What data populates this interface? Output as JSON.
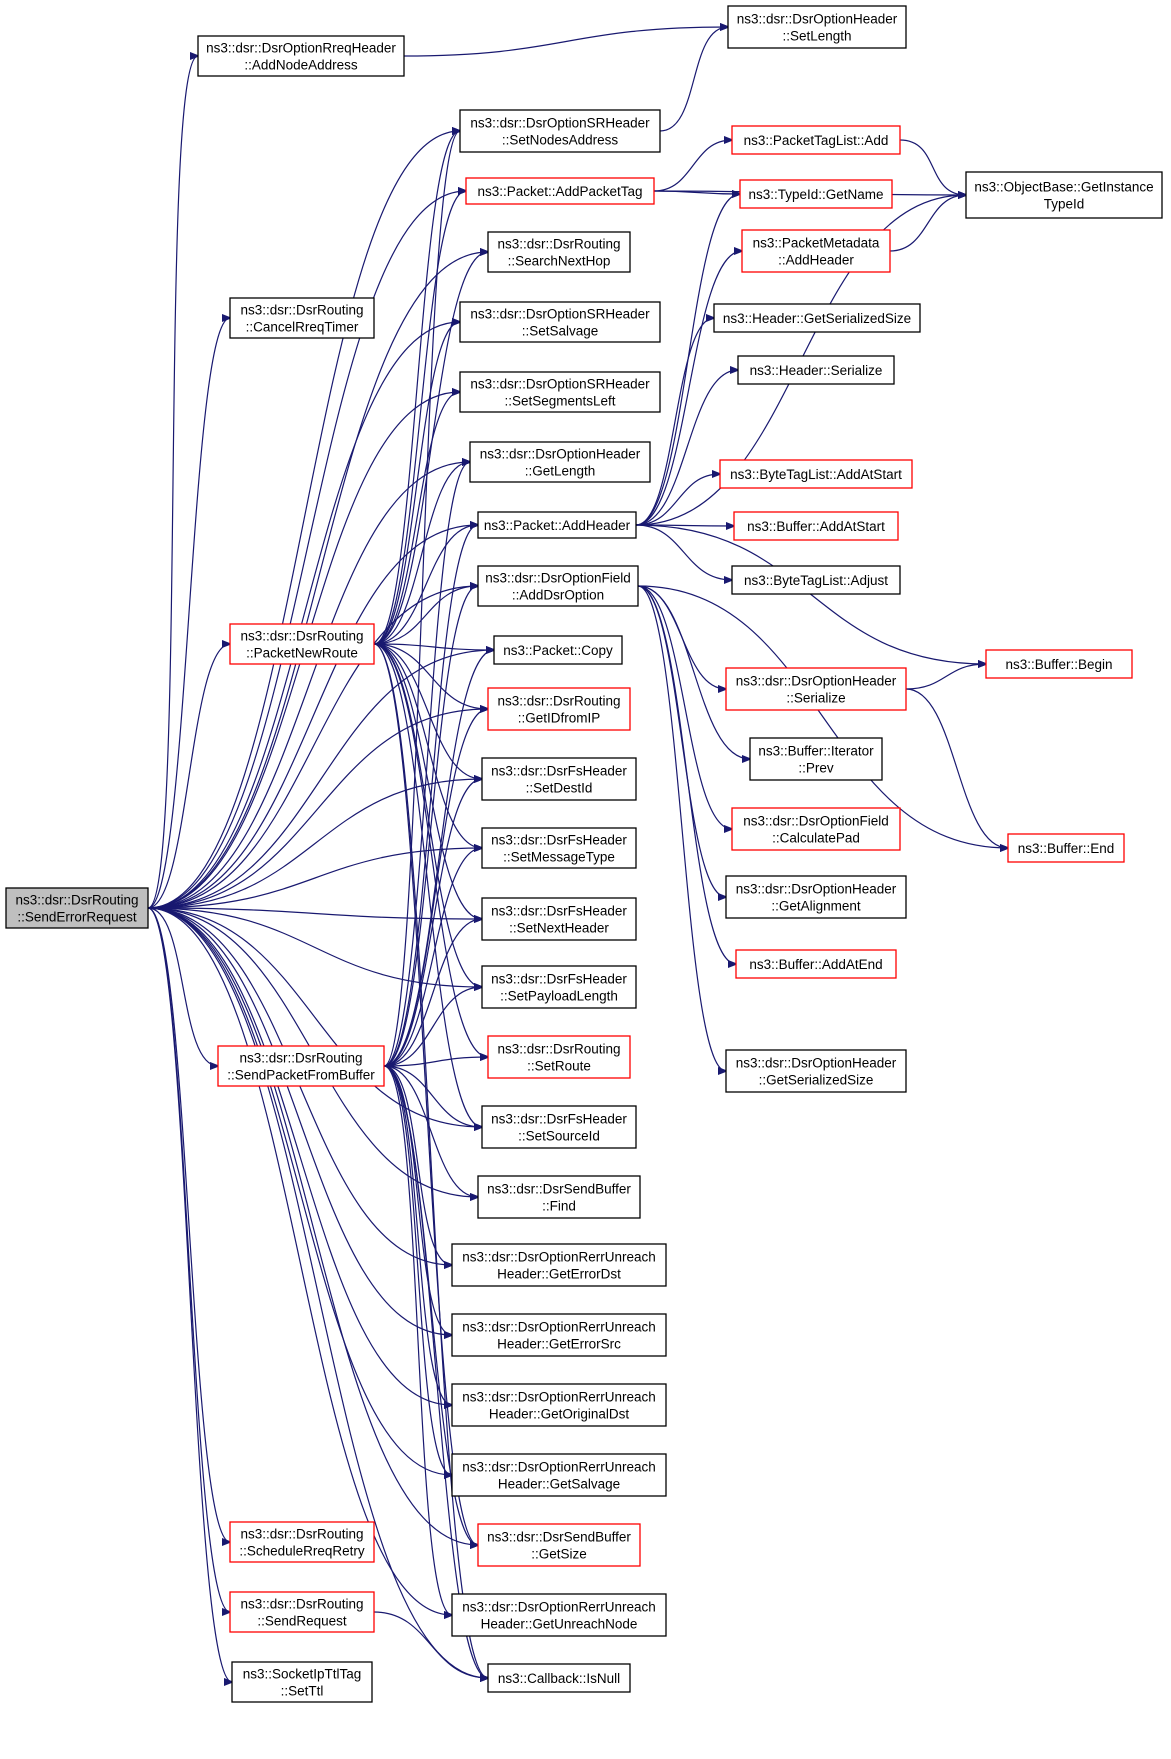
{
  "colors": {
    "background": "#ffffff",
    "edge": "#191970",
    "node_border_default": "#000000",
    "node_border_truncated": "#ff0000",
    "root_fill": "#bfbfbf",
    "node_fill": "#ffffff"
  },
  "nodes": [
    {
      "id": "root",
      "lines": [
        "ns3::dsr::DsrRouting",
        "::SendErrorRequest"
      ],
      "style": "root"
    },
    {
      "id": "addNodeAddress",
      "lines": [
        "ns3::dsr::DsrOptionRreqHeader",
        "::AddNodeAddress"
      ],
      "style": "normal"
    },
    {
      "id": "cancelRreq",
      "lines": [
        "ns3::dsr::DsrRouting",
        "::CancelRreqTimer"
      ],
      "style": "normal"
    },
    {
      "id": "packetNewRoute",
      "lines": [
        "ns3::dsr::DsrRouting",
        "::PacketNewRoute"
      ],
      "style": "red"
    },
    {
      "id": "sendPacketFromBuffer",
      "lines": [
        "ns3::dsr::DsrRouting",
        "::SendPacketFromBuffer"
      ],
      "style": "red"
    },
    {
      "id": "scheduleRreqRetry",
      "lines": [
        "ns3::dsr::DsrRouting",
        "::ScheduleRreqRetry"
      ],
      "style": "red"
    },
    {
      "id": "sendRequest",
      "lines": [
        "ns3::dsr::DsrRouting",
        "::SendRequest"
      ],
      "style": "red"
    },
    {
      "id": "setTtl",
      "lines": [
        "ns3::SocketIpTtlTag",
        "::SetTtl"
      ],
      "style": "normal"
    },
    {
      "id": "setNodesAddress",
      "lines": [
        "ns3::dsr::DsrOptionSRHeader",
        "::SetNodesAddress"
      ],
      "style": "normal"
    },
    {
      "id": "addPacketTag",
      "lines": [
        "ns3::Packet::AddPacketTag"
      ],
      "style": "red"
    },
    {
      "id": "searchNextHop",
      "lines": [
        "ns3::dsr::DsrRouting",
        "::SearchNextHop"
      ],
      "style": "normal"
    },
    {
      "id": "setSalvage",
      "lines": [
        "ns3::dsr::DsrOptionSRHeader",
        "::SetSalvage"
      ],
      "style": "normal"
    },
    {
      "id": "setSegmentsLeft",
      "lines": [
        "ns3::dsr::DsrOptionSRHeader",
        "::SetSegmentsLeft"
      ],
      "style": "normal"
    },
    {
      "id": "getLength",
      "lines": [
        "ns3::dsr::DsrOptionHeader",
        "::GetLength"
      ],
      "style": "normal"
    },
    {
      "id": "addHeader",
      "lines": [
        "ns3::Packet::AddHeader"
      ],
      "style": "normal"
    },
    {
      "id": "addDsrOption",
      "lines": [
        "ns3::dsr::DsrOptionField",
        "::AddDsrOption"
      ],
      "style": "normal"
    },
    {
      "id": "packetCopy",
      "lines": [
        "ns3::Packet::Copy"
      ],
      "style": "normal"
    },
    {
      "id": "getIDfromIP",
      "lines": [
        "ns3::dsr::DsrRouting",
        "::GetIDfromIP"
      ],
      "style": "red"
    },
    {
      "id": "setDestId",
      "lines": [
        "ns3::dsr::DsrFsHeader",
        "::SetDestId"
      ],
      "style": "normal"
    },
    {
      "id": "setMessageType",
      "lines": [
        "ns3::dsr::DsrFsHeader",
        "::SetMessageType"
      ],
      "style": "normal"
    },
    {
      "id": "setNextHeader",
      "lines": [
        "ns3::dsr::DsrFsHeader",
        "::SetNextHeader"
      ],
      "style": "normal"
    },
    {
      "id": "setPayloadLength",
      "lines": [
        "ns3::dsr::DsrFsHeader",
        "::SetPayloadLength"
      ],
      "style": "normal"
    },
    {
      "id": "setRoute",
      "lines": [
        "ns3::dsr::DsrRouting",
        "::SetRoute"
      ],
      "style": "red"
    },
    {
      "id": "setSourceId",
      "lines": [
        "ns3::dsr::DsrFsHeader",
        "::SetSourceId"
      ],
      "style": "normal"
    },
    {
      "id": "find",
      "lines": [
        "ns3::dsr::DsrSendBuffer",
        "::Find"
      ],
      "style": "normal"
    },
    {
      "id": "getErrorDst",
      "lines": [
        "ns3::dsr::DsrOptionRerrUnreach",
        "Header::GetErrorDst"
      ],
      "style": "normal"
    },
    {
      "id": "getErrorSrc",
      "lines": [
        "ns3::dsr::DsrOptionRerrUnreach",
        "Header::GetErrorSrc"
      ],
      "style": "normal"
    },
    {
      "id": "getOriginalDst",
      "lines": [
        "ns3::dsr::DsrOptionRerrUnreach",
        "Header::GetOriginalDst"
      ],
      "style": "normal"
    },
    {
      "id": "getSalvage",
      "lines": [
        "ns3::dsr::DsrOptionRerrUnreach",
        "Header::GetSalvage"
      ],
      "style": "normal"
    },
    {
      "id": "getSize",
      "lines": [
        "ns3::dsr::DsrSendBuffer",
        "::GetSize"
      ],
      "style": "red"
    },
    {
      "id": "getUnreachNode",
      "lines": [
        "ns3::dsr::DsrOptionRerrUnreach",
        "Header::GetUnreachNode"
      ],
      "style": "normal"
    },
    {
      "id": "isNull",
      "lines": [
        "ns3::Callback::IsNull"
      ],
      "style": "normal"
    },
    {
      "id": "setLength",
      "lines": [
        "ns3::dsr::DsrOptionHeader",
        "::SetLength"
      ],
      "style": "normal"
    },
    {
      "id": "packetTagListAdd",
      "lines": [
        "ns3::PacketTagList::Add"
      ],
      "style": "red"
    },
    {
      "id": "typeIdGetName",
      "lines": [
        "ns3::TypeId::GetName"
      ],
      "style": "red"
    },
    {
      "id": "pmAddHeader",
      "lines": [
        "ns3::PacketMetadata",
        "::AddHeader"
      ],
      "style": "red"
    },
    {
      "id": "headerGetSerializedSize",
      "lines": [
        "ns3::Header::GetSerializedSize"
      ],
      "style": "normal"
    },
    {
      "id": "headerSerialize",
      "lines": [
        "ns3::Header::Serialize"
      ],
      "style": "normal"
    },
    {
      "id": "byteTagListAddAtStart",
      "lines": [
        "ns3::ByteTagList::AddAtStart"
      ],
      "style": "red"
    },
    {
      "id": "bufferAddAtStart",
      "lines": [
        "ns3::Buffer::AddAtStart"
      ],
      "style": "red"
    },
    {
      "id": "byteTagListAdjust",
      "lines": [
        "ns3::ByteTagList::Adjust"
      ],
      "style": "normal"
    },
    {
      "id": "optHeaderSerialize",
      "lines": [
        "ns3::dsr::DsrOptionHeader",
        "::Serialize"
      ],
      "style": "red"
    },
    {
      "id": "iteratorPrev",
      "lines": [
        "ns3::Buffer::Iterator",
        "::Prev"
      ],
      "style": "normal"
    },
    {
      "id": "calculatePad",
      "lines": [
        "ns3::dsr::DsrOptionField",
        "::CalculatePad"
      ],
      "style": "red"
    },
    {
      "id": "getAlignment",
      "lines": [
        "ns3::dsr::DsrOptionHeader",
        "::GetAlignment"
      ],
      "style": "normal"
    },
    {
      "id": "bufferAddAtEnd",
      "lines": [
        "ns3::Buffer::AddAtEnd"
      ],
      "style": "red"
    },
    {
      "id": "optHeaderGetSerializedSize",
      "lines": [
        "ns3::dsr::DsrOptionHeader",
        "::GetSerializedSize"
      ],
      "style": "normal"
    },
    {
      "id": "getInstanceTypeId",
      "lines": [
        "ns3::ObjectBase::GetInstance",
        "TypeId"
      ],
      "style": "normal"
    },
    {
      "id": "bufferBegin",
      "lines": [
        "ns3::Buffer::Begin"
      ],
      "style": "red"
    },
    {
      "id": "bufferEnd",
      "lines": [
        "ns3::Buffer::End"
      ],
      "style": "red"
    }
  ]
}
